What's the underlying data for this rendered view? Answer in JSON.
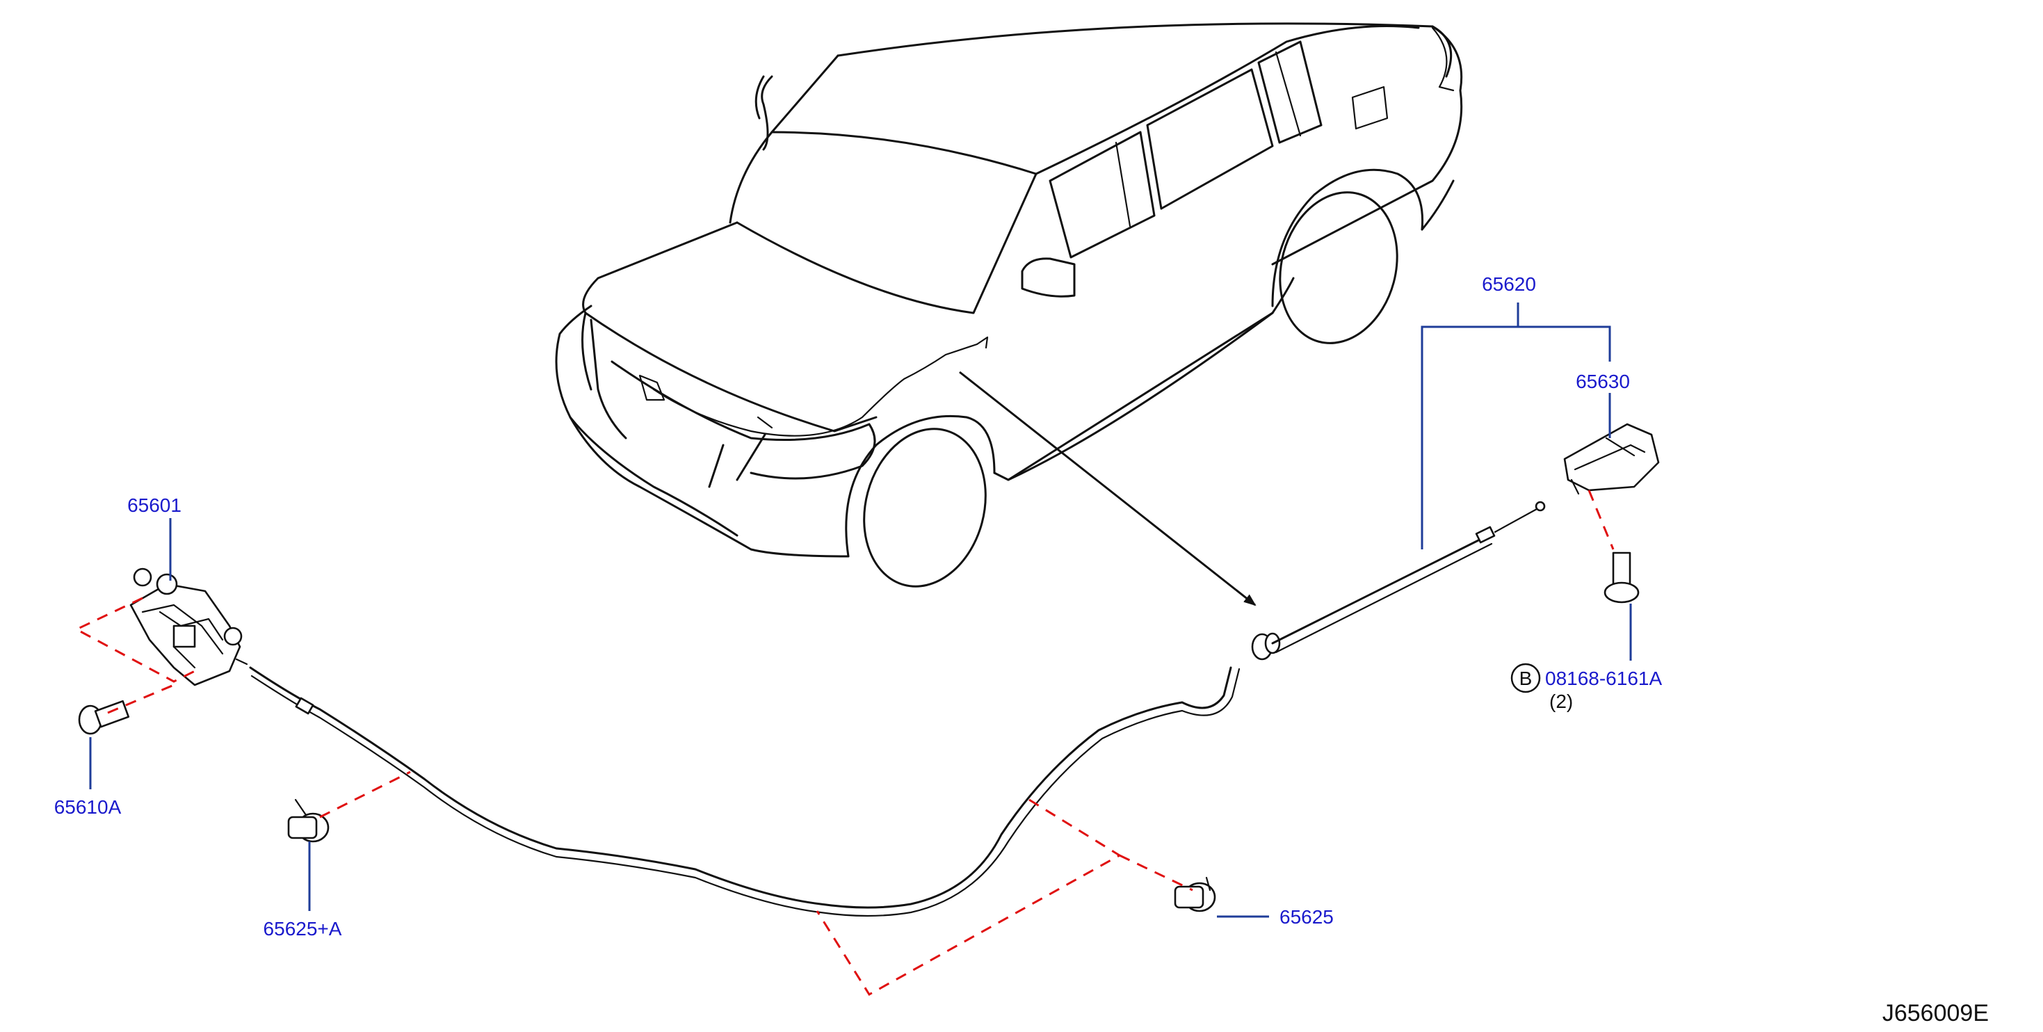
{
  "colors": {
    "label": "#1a1acc",
    "leader": "#1f3d99",
    "dash": "#e01010",
    "line": "#111111",
    "background": "#ffffff"
  },
  "labels": {
    "hood_lock": "65601",
    "lock_bolt": "65610A",
    "cable_assembly": "65620",
    "release_handle": "65630",
    "bolt_part": "08168-6161A",
    "bolt_qty": "(2)",
    "bolt_callout_letter": "B",
    "clip_left": "65625+A",
    "clip_right": "65625"
  },
  "diagram_code": "J656009E"
}
